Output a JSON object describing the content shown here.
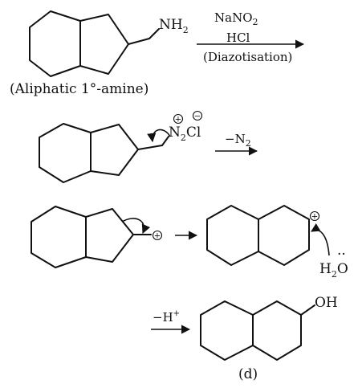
{
  "reagents": {
    "line1": "NaNO",
    "line1_sub": "2",
    "line2": "HCl",
    "line3": "(Diazotisation)"
  },
  "labels": {
    "amine_group": "NH",
    "amine_sub": "2",
    "amine_type": "(Aliphatic 1°-amine)",
    "diazo_n": "N",
    "diazo_n_sub": "2",
    "diazo_cl": "Cl",
    "plus_sign": "+",
    "minus_sign": "−",
    "loss_n2": "−N",
    "loss_n2_sub": "2",
    "water": "H",
    "water_sub": "2",
    "water_o": "O",
    "water_dots": "··",
    "loss_h": "−H",
    "loss_h_sup": "+",
    "product_group": "OH",
    "product_label": "(d)"
  },
  "colors": {
    "ink": "#111111",
    "background": "#ffffff"
  }
}
